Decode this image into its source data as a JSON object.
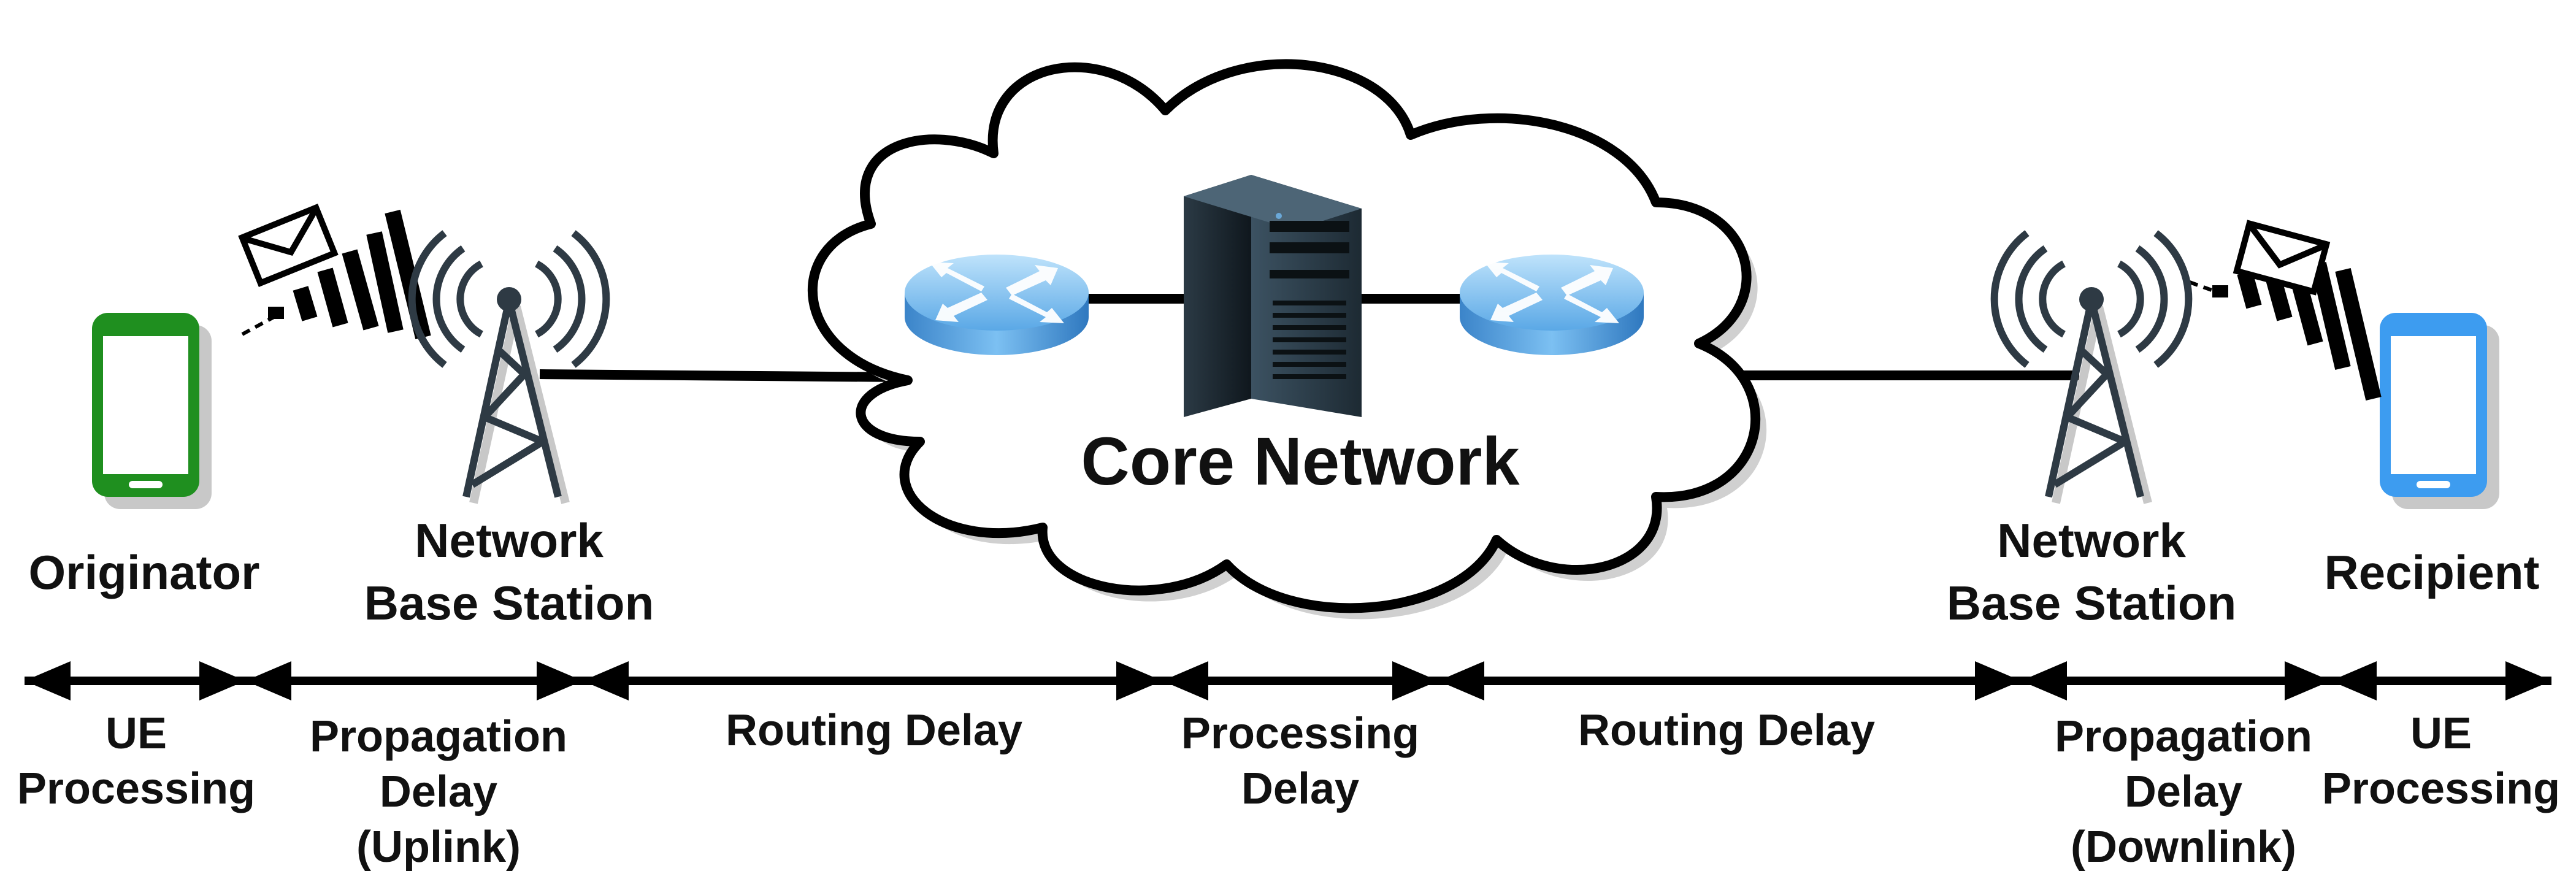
{
  "nodes": {
    "originator": "Originator",
    "base_station_left": [
      "Network",
      "Base Station"
    ],
    "core_network": "Core Network",
    "base_station_right": [
      "Network",
      "Base Station"
    ],
    "recipient": "Recipient"
  },
  "segments": {
    "ue_processing_left": [
      "UE",
      "Processing"
    ],
    "propagation_uplink": [
      "Propagation",
      "Delay",
      "(Uplink)"
    ],
    "routing_left": [
      "Routing Delay"
    ],
    "processing": [
      "Processing",
      "Delay"
    ],
    "routing_right": [
      "Routing Delay"
    ],
    "propagation_downlink": [
      "Propagation",
      "Delay",
      "(Downlink)"
    ],
    "ue_processing_right": [
      "UE",
      "Processing"
    ]
  },
  "colors": {
    "originator_phone": "#1f8f1f",
    "recipient_phone": "#3d9cf0",
    "router": "#4a9ee0",
    "server": "#1e2a33",
    "line": "#000000"
  },
  "icons": [
    "smartphone-icon",
    "envelope-icon",
    "antenna-tower-icon",
    "router-icon",
    "server-icon",
    "cloud-icon"
  ]
}
